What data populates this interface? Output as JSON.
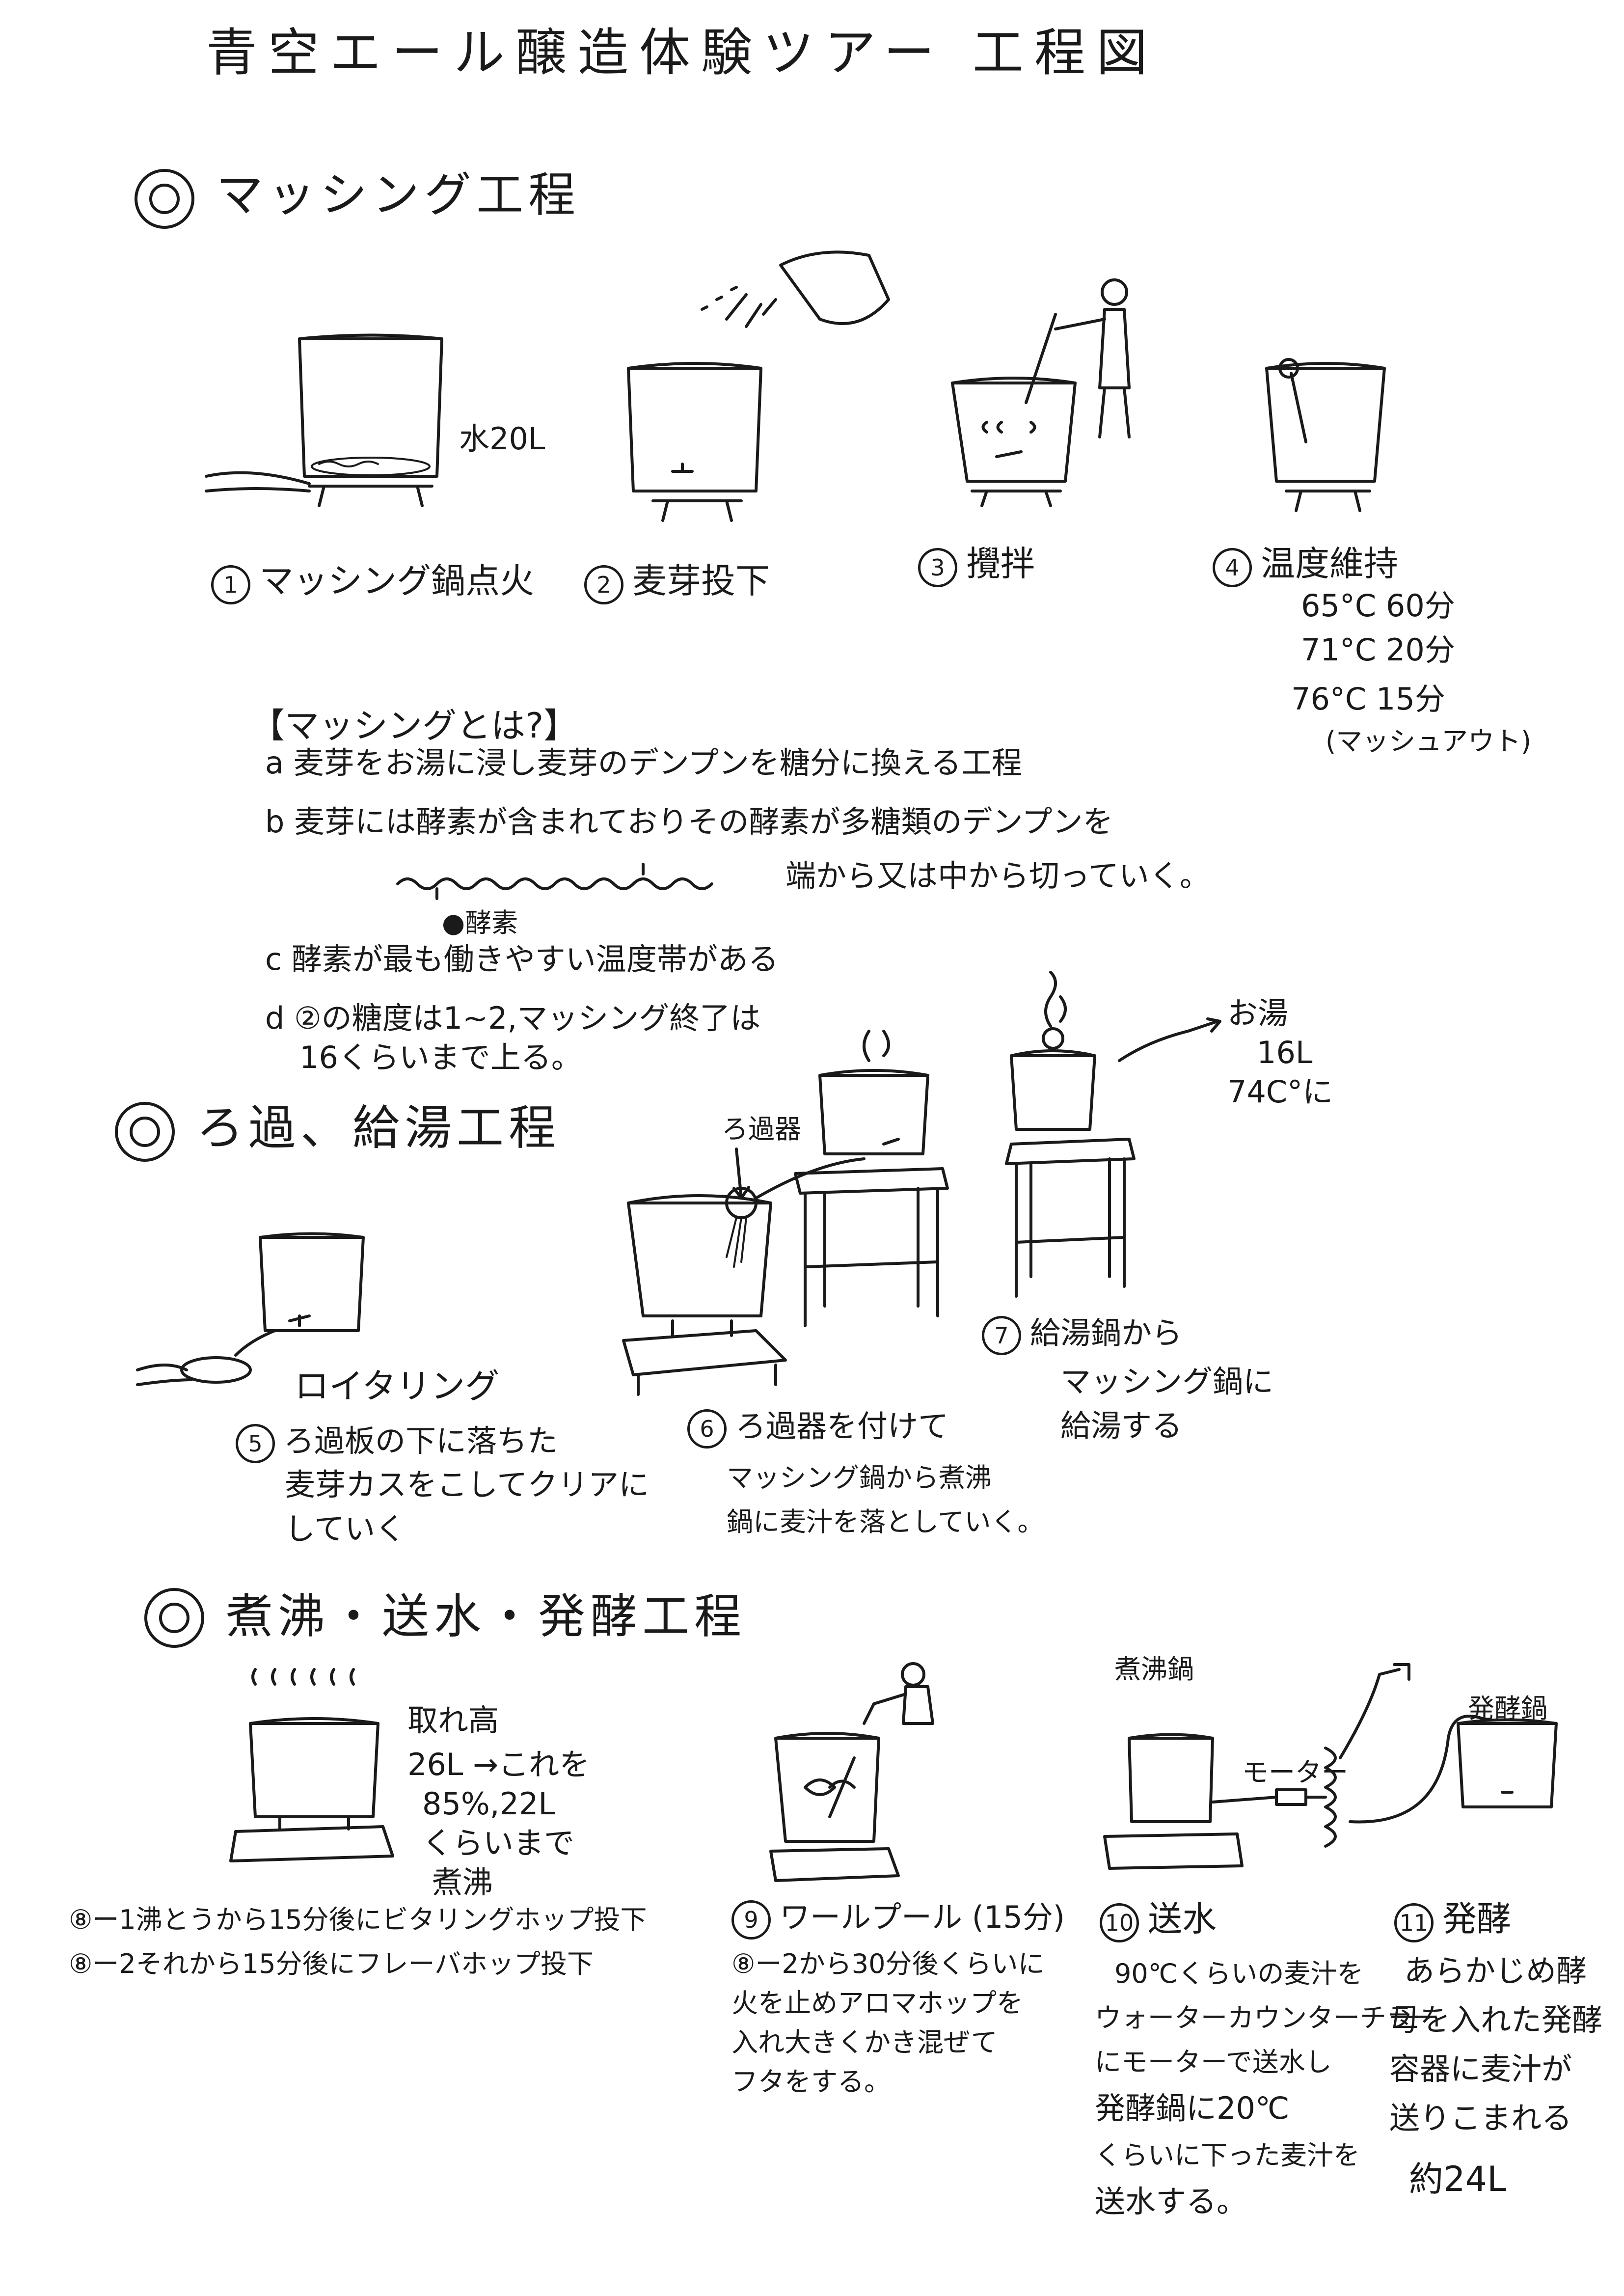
{
  "title": "青空エール醸造体験ツアー 工程図",
  "sections": {
    "mashing": {
      "heading": "マッシング工程"
    },
    "lautering": {
      "heading": "ろ過、給湯工程"
    },
    "boiling": {
      "heading": "煮沸・送水・発酵工程"
    }
  },
  "mashing": {
    "water_label": "水20L",
    "steps": [
      {
        "num": "1",
        "label": "マッシング鍋点火"
      },
      {
        "num": "2",
        "label": "麦芽投下"
      },
      {
        "num": "3",
        "label": "攪拌"
      },
      {
        "num": "4",
        "label": "温度維持"
      }
    ],
    "temps": [
      "65°C 60分",
      "71°C 20分",
      "76°C 15分",
      "(マッシュアウト)"
    ],
    "about": {
      "heading": "【マッシングとは?】",
      "a": "a 麦芽をお湯に浸し麦芽のデンプンを糖分に換える工程",
      "b1": "b 麦芽には酵素が含まれておりその酵素が多糖類のデンプンを",
      "b2": "端から又は中から切っていく。",
      "enzyme": "●酵素",
      "c": "c 酵素が最も働きやすい温度帯がある",
      "d1": "d ②の糖度は1~2,マッシング終了は",
      "d2": "16くらいまで上る。"
    }
  },
  "lautering": {
    "filter_label": "ろ過器",
    "hot_water": [
      "お湯",
      "16L",
      "74C°に"
    ],
    "vorlauf": "ロイタリング",
    "step5": {
      "num": "5",
      "lines": [
        "ろ過板の下に落ちた",
        "麦芽カスをこしてクリアに",
        "していく"
      ]
    },
    "step6": {
      "num": "6",
      "lines": [
        "ろ過器を付けて",
        "マッシング鍋から煮沸",
        "鍋に麦汁を落としていく。"
      ]
    },
    "step7": {
      "num": "7",
      "lines": [
        "給湯鍋から",
        "マッシング鍋に",
        "給湯する"
      ]
    }
  },
  "boiling": {
    "yield": [
      "取れ高",
      "26L →これを",
      "85%,22L",
      "くらいまで",
      "煮沸"
    ],
    "step8a": "⑧ー1沸とうから15分後にビタリングホップ投下",
    "step8b": "⑧ー2それから15分後にフレーバホップ投下",
    "step9": {
      "num": "9",
      "label": "ワールプール (15分)",
      "lines": [
        "⑧ー2から30分後くらいに",
        "火を止めアロマホップを",
        "入れ大きくかき混ぜて",
        "フタをする。"
      ]
    },
    "boil_pot": "煮沸鍋",
    "motor": "モーター",
    "ferm_pot": "発酵鍋",
    "step10": {
      "num": "10",
      "label": "送水",
      "lines": [
        "90℃くらいの麦汁を",
        "ウォーターカウンターチラー",
        "にモーターで送水し",
        "発酵鍋に20℃",
        "くらいに下った麦汁を",
        "送水する。"
      ]
    },
    "step11": {
      "num": "11",
      "label": "発酵",
      "lines": [
        "あらかじめ酵",
        "母を入れた発酵",
        "容器に麦汁が",
        "送りこまれる",
        "約24L"
      ]
    }
  }
}
